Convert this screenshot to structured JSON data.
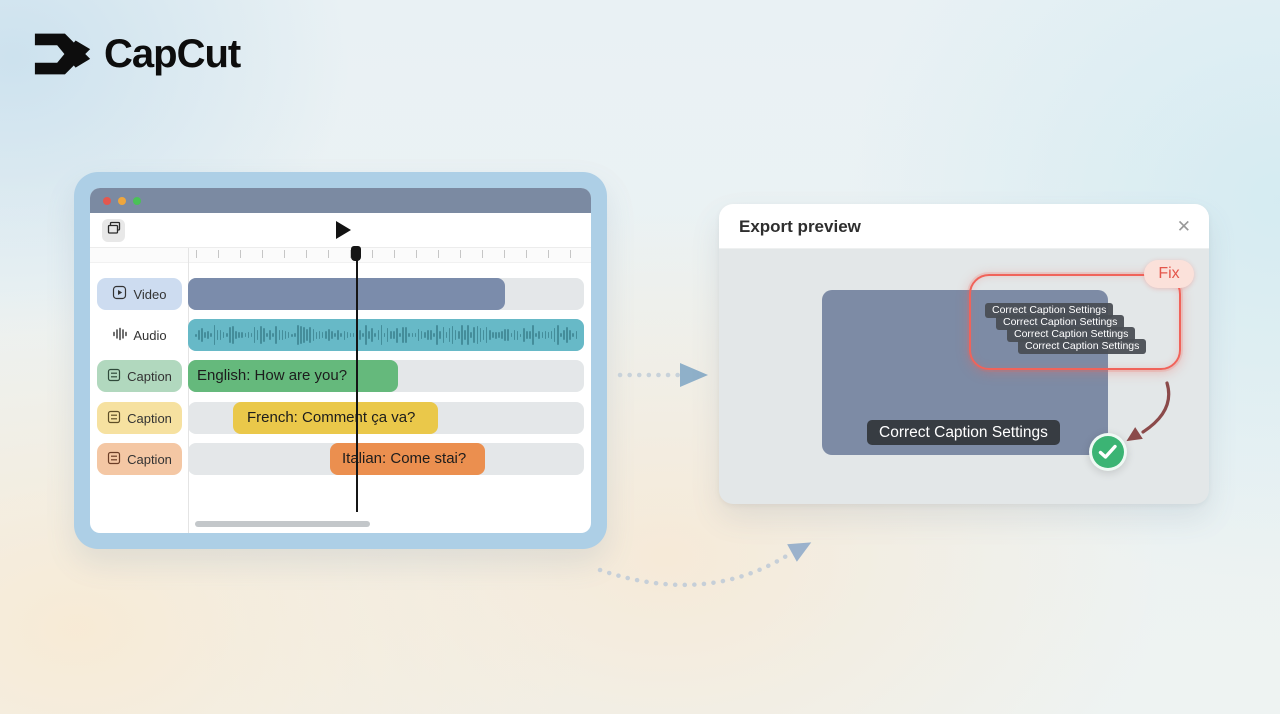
{
  "brand": {
    "name": "CapCut"
  },
  "editor": {
    "window_controls": [
      "close",
      "minimize",
      "zoom"
    ],
    "tracks": [
      {
        "label": "Video",
        "icon": "video-icon"
      },
      {
        "label": "Audio",
        "icon": "audio-waveform-icon"
      },
      {
        "label": "Caption",
        "icon": "caption-icon",
        "clip_text": "English: How are you?"
      },
      {
        "label": "Caption",
        "icon": "caption-icon",
        "clip_text": "French: Comment ça va?"
      },
      {
        "label": "Caption",
        "icon": "caption-icon",
        "clip_text": "Italian: Come stai?"
      }
    ]
  },
  "export_panel": {
    "title": "Export preview",
    "close_icon": "✕",
    "fix_badge": "Fix",
    "stacked_captions": [
      "Correct Caption Settings",
      "Correct Caption Settings",
      "Correct Caption Settings",
      "Correct Caption Settings"
    ],
    "caption_label": "Correct Caption Settings"
  },
  "colors": {
    "accent_red": "#F0635A",
    "fix_badge_bg": "#FBE1DA",
    "success_green": "#3BB474",
    "editor_frame_blue": "#ADCFE6",
    "titlebar": "#7B8AA2",
    "video_clip": "#7B8CAB",
    "audio_clip": "#67B9C7",
    "caption_clip_green": "#65B97C",
    "caption_clip_yellow": "#EAC84A",
    "caption_clip_orange": "#EB8F4F",
    "preview_frame": "#7D8BA5"
  }
}
